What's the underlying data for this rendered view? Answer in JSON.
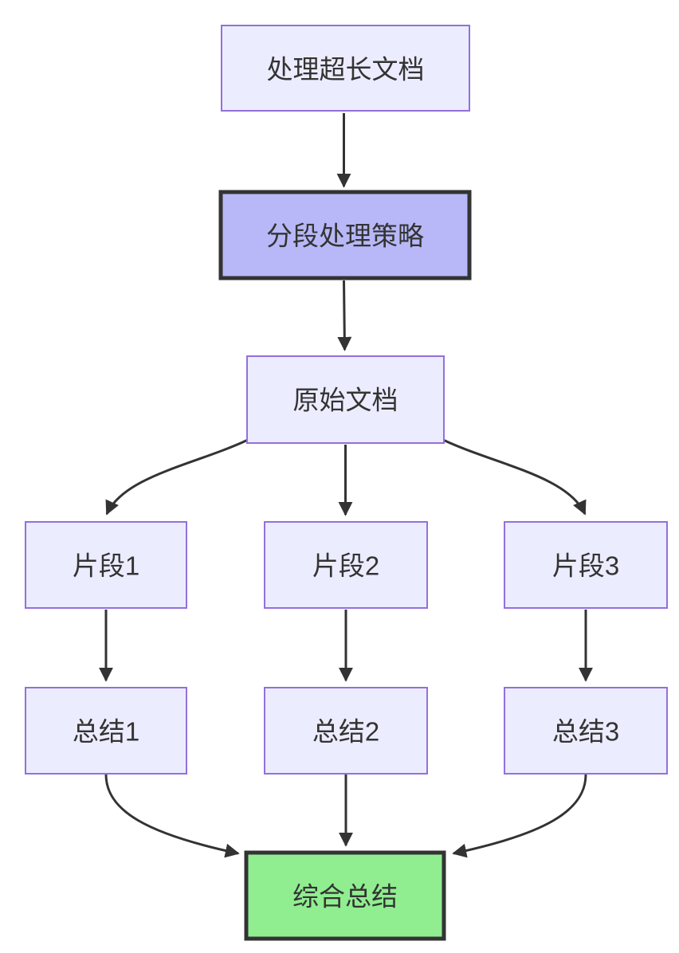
{
  "diagram": {
    "type": "flowchart",
    "direction": "top-down",
    "nodes": {
      "start": {
        "label": "处理超长文档",
        "style": "default"
      },
      "strategy": {
        "label": "分段处理策略",
        "style": "highlight"
      },
      "doc": {
        "label": "原始文档",
        "style": "default"
      },
      "chunk1": {
        "label": "片段1",
        "style": "default"
      },
      "chunk2": {
        "label": "片段2",
        "style": "default"
      },
      "chunk3": {
        "label": "片段3",
        "style": "default"
      },
      "sum1": {
        "label": "总结1",
        "style": "default"
      },
      "sum2": {
        "label": "总结2",
        "style": "default"
      },
      "sum3": {
        "label": "总结3",
        "style": "default"
      },
      "final": {
        "label": "综合总结",
        "style": "final"
      }
    },
    "edges": [
      {
        "from": "start",
        "to": "strategy"
      },
      {
        "from": "strategy",
        "to": "doc"
      },
      {
        "from": "doc",
        "to": "chunk1"
      },
      {
        "from": "doc",
        "to": "chunk2"
      },
      {
        "from": "doc",
        "to": "chunk3"
      },
      {
        "from": "chunk1",
        "to": "sum1"
      },
      {
        "from": "chunk2",
        "to": "sum2"
      },
      {
        "from": "chunk3",
        "to": "sum3"
      },
      {
        "from": "sum1",
        "to": "final"
      },
      {
        "from": "sum2",
        "to": "final"
      },
      {
        "from": "sum3",
        "to": "final"
      }
    ],
    "colors": {
      "node_fill": "#ECECFF",
      "node_border": "#9370DB",
      "highlight_fill": "#B8B8F8",
      "highlight_border": "#333333",
      "final_fill": "#90EE90",
      "final_border": "#333333",
      "edge_stroke": "#333333",
      "arrowhead": "#333333",
      "text": "#333333",
      "background": "#FFFFFF"
    }
  }
}
